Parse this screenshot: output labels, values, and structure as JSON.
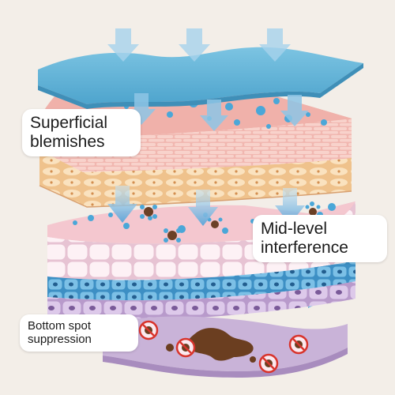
{
  "labels": {
    "top": "Superficial\nblemishes",
    "mid": "Mid-level\ninterference",
    "bot": "Bottom spot\nsuppression"
  },
  "colors": {
    "background": "#f3eee8",
    "top_sheet": "#5fb3d6",
    "arrow": "#8ec6e6",
    "dermis_pink": "#f3b9b6",
    "fat_layer": "#f4d2a6",
    "epidermis_pink": "#f6c6d0",
    "cells": "#fbe8f0",
    "blue_band": "#5aa9d6",
    "purple_cells": "#cbb2db",
    "bottom_layer": "#c9b3d8",
    "spot_brown": "#7a4a2c",
    "prohibit_red": "#d8342c"
  },
  "icons": [
    "down-arrow-icon",
    "prohibited-spot-icon"
  ]
}
